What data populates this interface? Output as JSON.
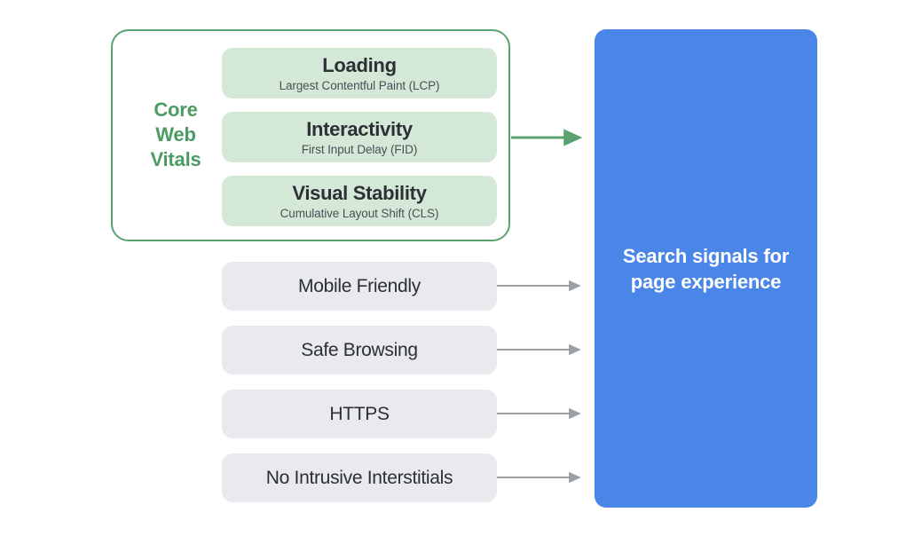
{
  "diagram": {
    "core_web_vitals": {
      "label_lines": [
        "Core",
        "Web",
        "Vitals"
      ],
      "border_color": "#5ca271",
      "label_color": "#4a9c63",
      "metrics": [
        {
          "title": "Loading",
          "subtitle": "Largest Contentful Paint (LCP)"
        },
        {
          "title": "Interactivity",
          "subtitle": "First Input Delay (FID)"
        },
        {
          "title": "Visual Stability",
          "subtitle": "Cumulative Layout Shift (CLS)"
        }
      ],
      "pill_color": "#d4e8d7"
    },
    "other_signals": {
      "pill_color": "#e8eaed",
      "items": [
        {
          "title": "Mobile Friendly"
        },
        {
          "title": "Safe Browsing"
        },
        {
          "title": "HTTPS"
        },
        {
          "title": "No Intrusive Interstitials"
        }
      ]
    },
    "target_panel": {
      "text": "Search signals for page experience",
      "background_color": "#4a85e8",
      "text_color": "#ffffff"
    },
    "arrows": {
      "core_web_vitals_arrow_color": "#5ca271",
      "signal_arrow_color": "#9aa0a6"
    }
  }
}
